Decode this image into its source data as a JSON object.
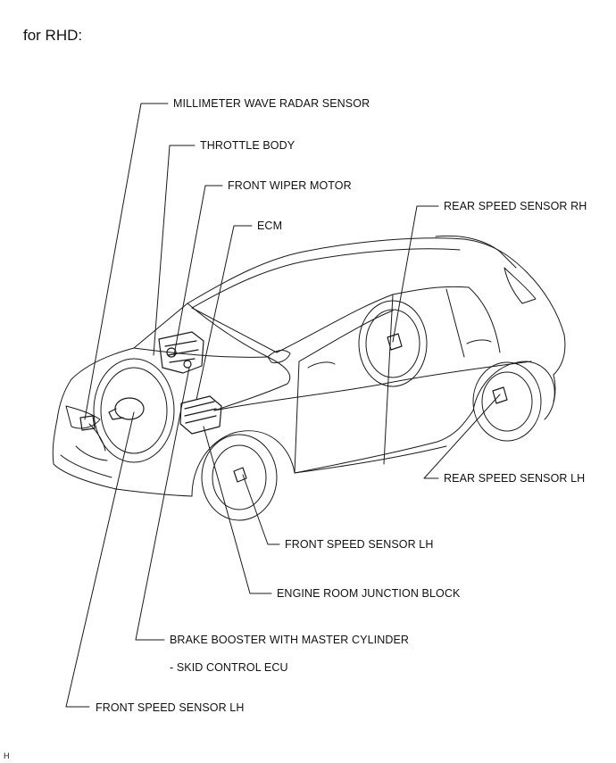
{
  "heading": "for RHD:",
  "labels": {
    "millimeter_wave_radar_sensor": "MILLIMETER WAVE RADAR SENSOR",
    "throttle_body": "THROTTLE BODY",
    "front_wiper_motor": "FRONT WIPER MOTOR",
    "ecm": "ECM",
    "rear_speed_sensor_rh": "REAR SPEED SENSOR RH",
    "rear_speed_sensor_lh": "REAR SPEED SENSOR LH",
    "front_speed_sensor_lh_upper": "FRONT SPEED SENSOR LH",
    "engine_room_junction_block": "ENGINE ROOM JUNCTION BLOCK",
    "brake_booster_line1": "BRAKE BOOSTER WITH MASTER CYLINDER",
    "brake_booster_line2": "- SKID CONTROL ECU",
    "front_speed_sensor_lh_lower": "FRONT SPEED SENSOR LH"
  },
  "figure_id": "H"
}
